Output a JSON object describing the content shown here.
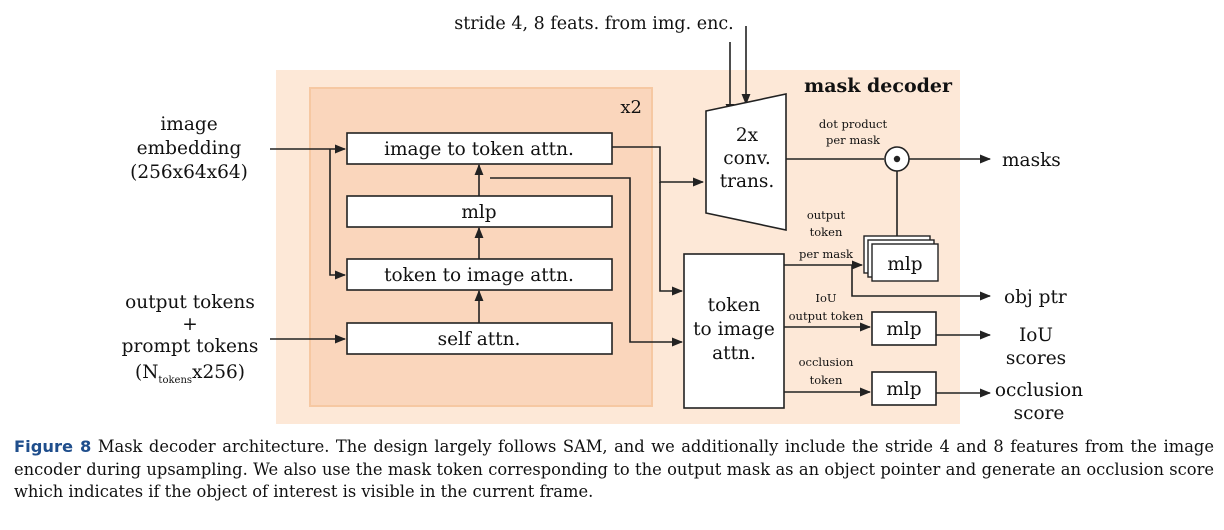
{
  "diagram": {
    "decoder_title": "mask decoder",
    "repeat_label": "x2",
    "top_input": "stride 4, 8 feats. from img. enc.",
    "input_image_embedding": [
      "image",
      "embedding",
      "(256x64x64)"
    ],
    "input_tokens": {
      "line1": "output tokens",
      "line2": "+",
      "line3": "prompt tokens",
      "line4_open": "(N",
      "line4_sub": "tokens",
      "line4_close": "x256)"
    },
    "blocks": {
      "image_to_token": "image to token attn.",
      "mlp": "mlp",
      "token_to_image": "token to image attn.",
      "self_attn": "self attn.",
      "conv_trans": [
        "2x",
        "conv.",
        "trans."
      ],
      "token_to_image_big": [
        "token",
        "to image",
        "attn."
      ],
      "mask_mlp": "mlp",
      "iou_mlp": "mlp",
      "occlusion_mlp": "mlp"
    },
    "annotations": {
      "dot_product": [
        "dot product",
        "per mask"
      ],
      "output_token_per_mask": [
        "output",
        "token",
        "per mask"
      ],
      "iou_output_token": [
        "IoU",
        "output token"
      ],
      "occlusion_token": [
        "occlusion",
        "token"
      ]
    },
    "outputs": {
      "masks": "masks",
      "obj_ptr": "obj ptr",
      "iou_scores": [
        "IoU",
        "scores"
      ],
      "occlusion_score": [
        "occlusion",
        "score"
      ]
    },
    "colors": {
      "outer_bg": "#fde8d7",
      "inner_bg": "#fad6bc",
      "inner_border": "#f6c8a2",
      "block_stroke": "#222222"
    }
  },
  "caption": {
    "label": "Figure 8",
    "text": "Mask decoder architecture. The design largely follows SAM, and we additionally include the stride 4 and 8 features from the image encoder during upsampling. We also use the mask token corresponding to the output mask as an object pointer and generate an occlusion score which indicates if the object of interest is visible in the current frame."
  }
}
